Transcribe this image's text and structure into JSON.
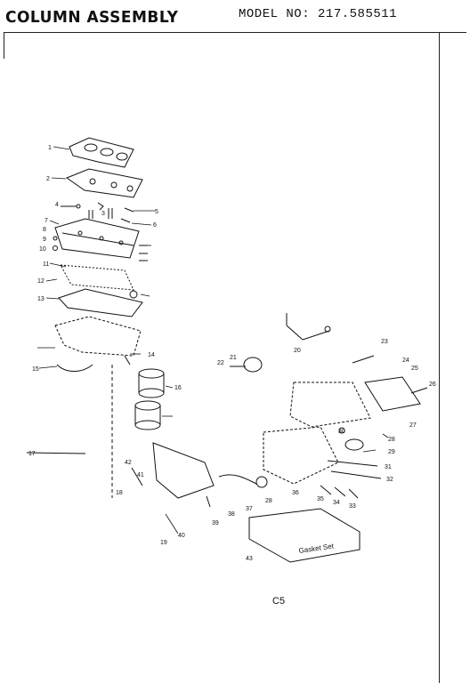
{
  "header": {
    "title": "COLUMN ASSEMBLY",
    "model_label": "MODEL NO:",
    "model_number": "217.585511"
  },
  "diagram": {
    "callouts": [
      "1",
      "2",
      "3",
      "4",
      "5",
      "6",
      "7",
      "8",
      "9",
      "10",
      "11",
      "12",
      "13",
      "14",
      "15",
      "16",
      "17",
      "18",
      "19",
      "20",
      "21",
      "22",
      "23",
      "24",
      "25",
      "26",
      "27",
      "28",
      "29",
      "30",
      "31",
      "32",
      "33",
      "34",
      "35",
      "36",
      "37",
      "38",
      "39",
      "40",
      "41",
      "42",
      "43"
    ],
    "gasket_set_label": "Gasket Set"
  },
  "footer": {
    "page_code": "C5"
  }
}
